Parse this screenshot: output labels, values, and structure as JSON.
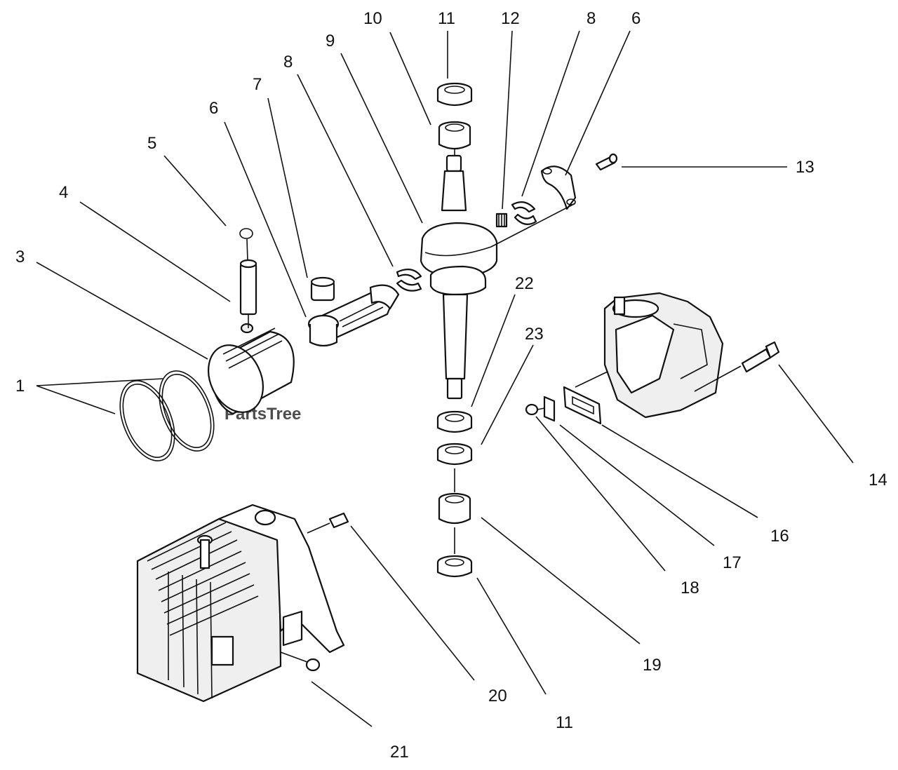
{
  "watermark": "PartsTree",
  "callouts": [
    {
      "id": "c1",
      "label": "1"
    },
    {
      "id": "c3",
      "label": "3"
    },
    {
      "id": "c4",
      "label": "4"
    },
    {
      "id": "c5",
      "label": "5"
    },
    {
      "id": "c6a",
      "label": "6"
    },
    {
      "id": "c7",
      "label": "7"
    },
    {
      "id": "c8a",
      "label": "8"
    },
    {
      "id": "c9",
      "label": "9"
    },
    {
      "id": "c10",
      "label": "10"
    },
    {
      "id": "c11a",
      "label": "11"
    },
    {
      "id": "c12",
      "label": "12"
    },
    {
      "id": "c8b",
      "label": "8"
    },
    {
      "id": "c6b",
      "label": "6"
    },
    {
      "id": "c13",
      "label": "13"
    },
    {
      "id": "c22",
      "label": "22"
    },
    {
      "id": "c23",
      "label": "23"
    },
    {
      "id": "c14",
      "label": "14"
    },
    {
      "id": "c16",
      "label": "16"
    },
    {
      "id": "c17",
      "label": "17"
    },
    {
      "id": "c18",
      "label": "18"
    },
    {
      "id": "c19",
      "label": "19"
    },
    {
      "id": "c20",
      "label": "20"
    },
    {
      "id": "c11b",
      "label": "11"
    },
    {
      "id": "c21",
      "label": "21"
    }
  ]
}
